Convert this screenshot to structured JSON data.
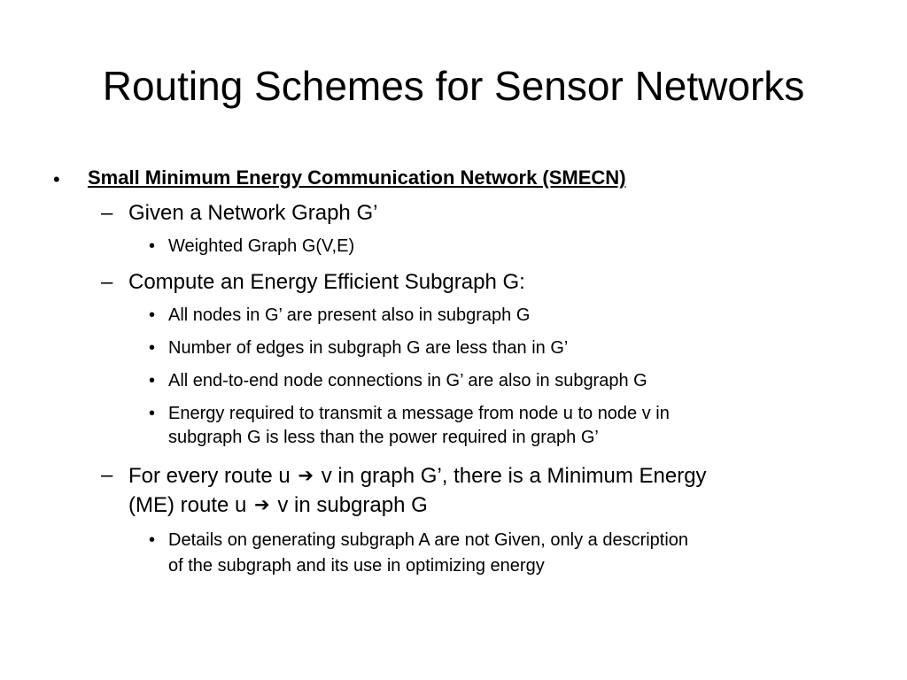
{
  "slide": {
    "title": "Routing Schemes for Sensor Networks",
    "markers": {
      "level1": "•",
      "level2": "–",
      "level3": "•"
    },
    "heading": "Small Minimum Energy Communication Network (SMECN)",
    "items": [
      {
        "text": "Given a Network Graph G’"
      },
      {
        "text": "Weighted Graph G(V,E)"
      },
      {
        "text": "Compute an Energy Efficient Subgraph G:"
      },
      {
        "text": "All nodes in G’ are present also in subgraph G"
      },
      {
        "text": "Number of edges in subgraph G are less than in G’"
      },
      {
        "text": "All end-to-end node connections in G’ are also in subgraph G"
      },
      {
        "line1": "Energy required to transmit a message from node u to node v in",
        "line2": "subgraph G is less than the power required in graph G’"
      },
      {
        "line1_before": "For every route u",
        "line1_after": "v in graph G’, there is a Minimum Energy",
        "line2_before": "(ME) route u",
        "line2_after": "v in subgraph G",
        "arrow": "➔"
      },
      {
        "line1": "Details on generating subgraph A are not Given, only a description",
        "line2": "of the subgraph and its use in optimizing energy"
      }
    ]
  }
}
